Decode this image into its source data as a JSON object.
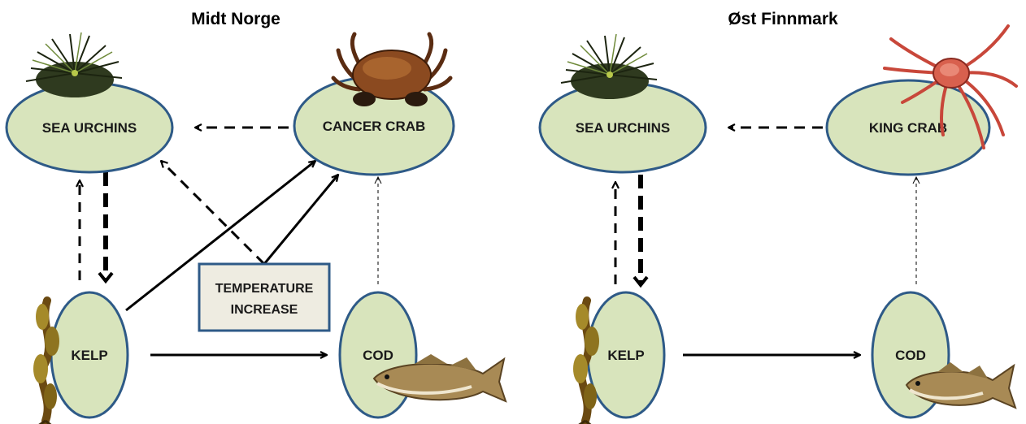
{
  "panels": [
    {
      "title": "Midt Norge",
      "nodes": {
        "urchins": "SEA URCHINS",
        "crab": "CANCER CRAB",
        "kelp": "KELP",
        "cod": "COD"
      },
      "driver": [
        "TEMPERATURE",
        "INCREASE"
      ]
    },
    {
      "title": "Øst Finnmark",
      "nodes": {
        "urchins": "SEA URCHINS",
        "crab": "KING CRAB",
        "kelp": "KELP",
        "cod": "COD"
      }
    }
  ],
  "icons": [
    "sea-urchin-icon",
    "crab-icon",
    "king-crab-icon",
    "kelp-icon",
    "cod-fish-icon"
  ]
}
